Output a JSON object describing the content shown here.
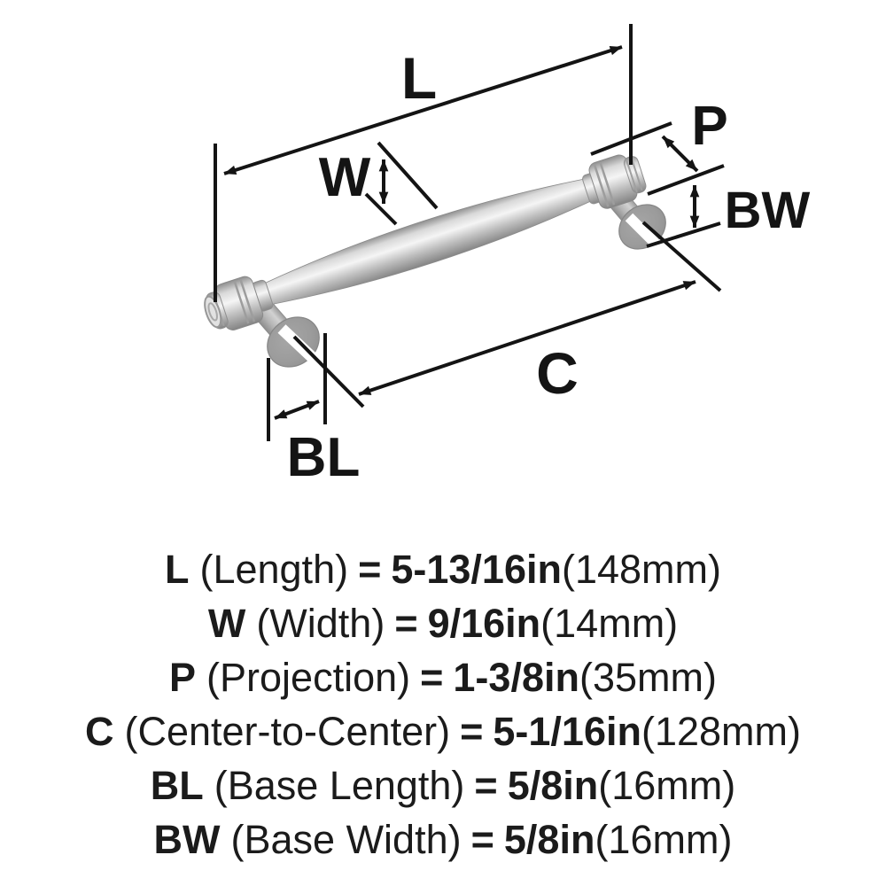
{
  "diagram": {
    "labels": {
      "L": "L",
      "W": "W",
      "P": "P",
      "C": "C",
      "BL": "BL",
      "BW": "BW"
    },
    "colors": {
      "line": "#141414",
      "metal_highlight": "#f5f5f5",
      "metal_midtone": "#c0c0c0",
      "metal_shadow": "#848484",
      "base_disc": "#9b9b9b",
      "background": "#ffffff"
    }
  },
  "legend": {
    "rows": [
      {
        "code": "L",
        "name": "(Length)",
        "eq": "=",
        "value": "5-13/16in",
        "metric": "(148mm)"
      },
      {
        "code": "W",
        "name": "(Width)",
        "eq": "=",
        "value": "9/16in",
        "metric": "(14mm)"
      },
      {
        "code": "P",
        "name": "(Projection)",
        "eq": "=",
        "value": "1-3/8in",
        "metric": "(35mm)"
      },
      {
        "code": "C",
        "name": "(Center-to-Center)",
        "eq": "=",
        "value": "5-1/16in",
        "metric": "(128mm)"
      },
      {
        "code": "BL",
        "name": "(Base Length)",
        "eq": "=",
        "value": "5/8in",
        "metric": "(16mm)"
      },
      {
        "code": "BW",
        "name": "(Base Width)",
        "eq": "=",
        "value": "5/8in",
        "metric": "(16mm)"
      }
    ]
  }
}
